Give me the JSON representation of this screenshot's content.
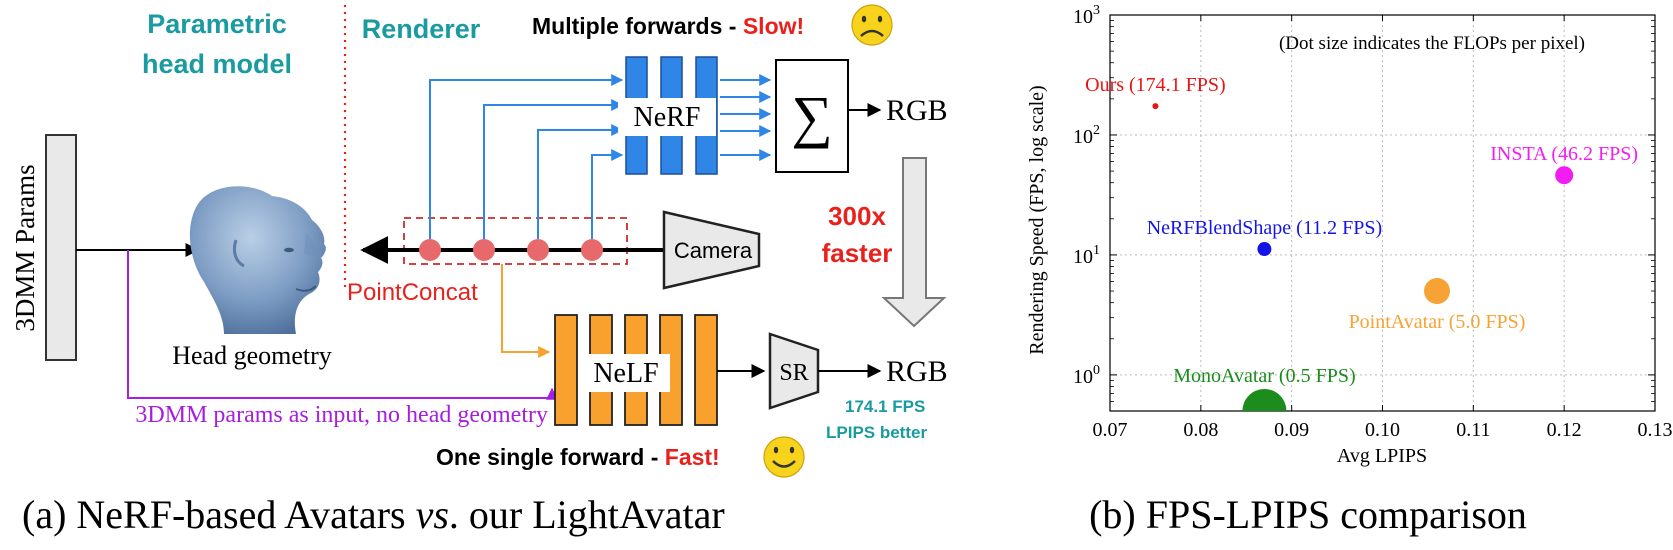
{
  "colors": {
    "teal": "#1a9ba1",
    "red": "#e8211d",
    "blue": "#2f86e6",
    "orange": "#f9a12e",
    "purple": "#a61ee0",
    "ours": "#e81414",
    "insta": "#f21df2",
    "nerfblend": "#1414e6",
    "pointavatar": "#f7a235",
    "monoavatar": "#1c8c1c"
  },
  "panel_a": {
    "section_parametric": [
      "Parametric",
      "head model"
    ],
    "section_renderer": "Renderer",
    "top_caption_prefix": "Multiple forwards - ",
    "top_caption_slow": "Slow!",
    "sad_icon": "sad-face-icon",
    "params_label": "3DMM Params",
    "head_label": "Head geometry",
    "nerf_label": "NeRF",
    "sum_symbol": "∑",
    "rgb_top": "RGB",
    "camera_label": "Camera",
    "point_concat": "PointConcat",
    "speedup": [
      "300x",
      "faster"
    ],
    "nelf_label": "NeLF",
    "sr_label": "SR",
    "rgb_bottom": "RGB",
    "stats": [
      "174.1 FPS",
      "LPIPS better"
    ],
    "purple_caption": "3DMM params as input, no head geometry",
    "bottom_caption_prefix": "One single forward - ",
    "bottom_caption_fast": "Fast!",
    "happy_icon": "smiley-face-icon",
    "caption_a_prefix": "(a) NeRF-based Avatars ",
    "caption_a_vs": "vs",
    "caption_a_suffix": ". our LightAvatar"
  },
  "chart_data": {
    "type": "scatter",
    "xlabel": "Avg LPIPS",
    "ylabel": "Rendering Speed (FPS, log scale)",
    "annotation": "(Dot size indicates the FLOPs per pixel)",
    "xlim": [
      0.07,
      0.13
    ],
    "ylim": [
      0.5,
      1000
    ],
    "yscale": "log",
    "grid": true,
    "x_ticks": [
      "0.07",
      "0.08",
      "0.09",
      "0.10",
      "0.11",
      "0.12",
      "0.13"
    ],
    "y_ticks": [
      {
        "base": "10",
        "exp": "0",
        "value": 1
      },
      {
        "base": "10",
        "exp": "1",
        "value": 10
      },
      {
        "base": "10",
        "exp": "2",
        "value": 100
      },
      {
        "base": "10",
        "exp": "3",
        "value": 1000
      }
    ],
    "points": [
      {
        "label": "Ours (174.1 FPS)",
        "x": 0.075,
        "y": 174.1,
        "size": 1,
        "color": "#e81414"
      },
      {
        "label": "INSTA (46.2 FPS)",
        "x": 0.12,
        "y": 46.2,
        "size": 3,
        "color": "#f21df2"
      },
      {
        "label": "NeRFBlendShape (11.2 FPS)",
        "x": 0.087,
        "y": 11.2,
        "size": 3,
        "color": "#1414e6"
      },
      {
        "label": "PointAvatar (5.0 FPS)",
        "x": 0.106,
        "y": 5.0,
        "size": 6,
        "color": "#f7a235"
      },
      {
        "label": "MonoAvatar (0.5 FPS)",
        "x": 0.087,
        "y": 0.5,
        "size": 11,
        "color": "#1c8c1c"
      }
    ]
  },
  "caption_b": "(b) FPS-LPIPS comparison"
}
